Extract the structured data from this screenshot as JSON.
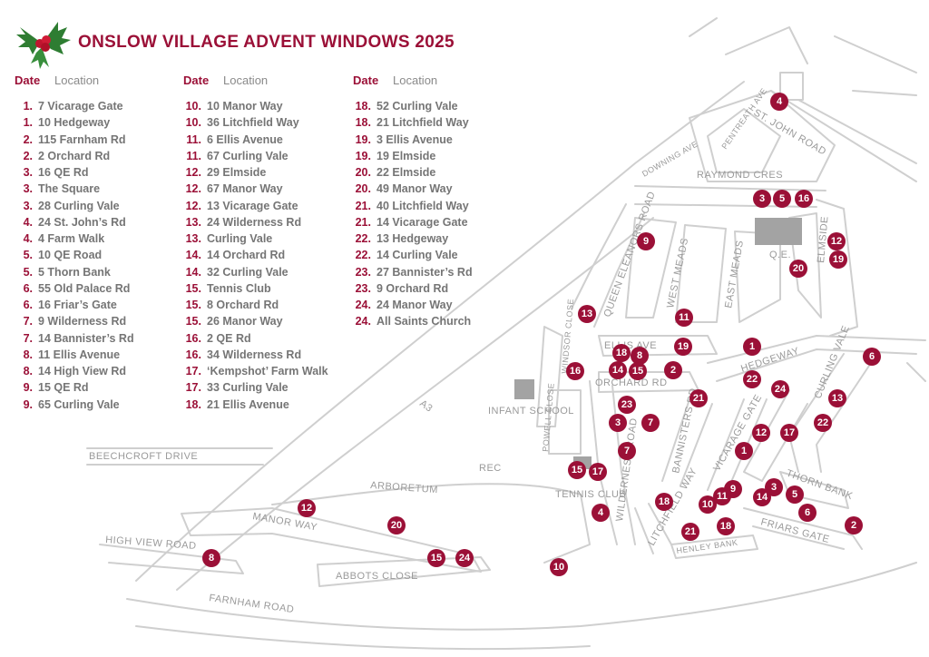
{
  "title": "ONSLOW VILLAGE ADVENT WINDOWS 2025",
  "colors": {
    "accent": "#9b1037",
    "road": "#cfcfcf",
    "text_grey": "#757575"
  },
  "icons": {
    "logo": "holly-icon"
  },
  "header": {
    "date": "Date",
    "location": "Location"
  },
  "columns": [
    [
      {
        "date": "1.",
        "location": "7 Vicarage Gate"
      },
      {
        "date": "1.",
        "location": "10 Hedgeway"
      },
      {
        "date": "2.",
        "location": "115 Farnham Rd"
      },
      {
        "date": "2.",
        "location": "2 Orchard Rd"
      },
      {
        "date": "3.",
        "location": "16 QE Rd"
      },
      {
        "date": "3.",
        "location": "The Square"
      },
      {
        "date": "3.",
        "location": "28 Curling Vale"
      },
      {
        "date": "4.",
        "location": "24 St. John’s Rd"
      },
      {
        "date": "4.",
        "location": "4 Farm Walk"
      },
      {
        "date": "5.",
        "location": "10 QE Road"
      },
      {
        "date": "5.",
        "location": "5 Thorn Bank"
      },
      {
        "date": "6.",
        "location": "55 Old Palace Rd"
      },
      {
        "date": "6.",
        "location": "16 Friar’s Gate"
      },
      {
        "date": "7.",
        "location": "9 Wilderness Rd"
      },
      {
        "date": "7.",
        "location": "14 Bannister’s Rd"
      },
      {
        "date": "8.",
        "location": "11 Ellis Avenue"
      },
      {
        "date": "8.",
        "location": "14 High View Rd"
      },
      {
        "date": "9.",
        "location": "15 QE Rd"
      },
      {
        "date": "9.",
        "location": "65 Curling Vale"
      }
    ],
    [
      {
        "date": "10.",
        "location": "10 Manor Way"
      },
      {
        "date": "10.",
        "location": "36 Litchfield Way"
      },
      {
        "date": "11.",
        "location": "6 Ellis Avenue"
      },
      {
        "date": "11.",
        "location": "67 Curling Vale"
      },
      {
        "date": "12.",
        "location": "29 Elmside"
      },
      {
        "date": "12.",
        "location": "67 Manor Way"
      },
      {
        "date": "12.",
        "location": "13 Vicarage Gate"
      },
      {
        "date": "13.",
        "location": "24 Wilderness Rd"
      },
      {
        "date": "13.",
        "location": "Curling Vale"
      },
      {
        "date": "14.",
        "location": "14 Orchard Rd"
      },
      {
        "date": "14.",
        "location": "32 Curling Vale"
      },
      {
        "date": "15.",
        "location": "Tennis Club"
      },
      {
        "date": "15.",
        "location": "8 Orchard Rd"
      },
      {
        "date": "15.",
        "location": "26 Manor Way"
      },
      {
        "date": "16.",
        "location": "2 QE Rd"
      },
      {
        "date": "16.",
        "location": "34 Wilderness Rd"
      },
      {
        "date": "17.",
        "location": "‘Kempshot’ Farm Walk"
      },
      {
        "date": "17.",
        "location": "33 Curling Vale"
      },
      {
        "date": "18.",
        "location": "21 Ellis Avenue"
      }
    ],
    [
      {
        "date": "18.",
        "location": "52 Curling Vale"
      },
      {
        "date": "18.",
        "location": "21 Litchfield Way"
      },
      {
        "date": "19.",
        "location": "3 Ellis Avenue"
      },
      {
        "date": "19.",
        "location": "19 Elmside"
      },
      {
        "date": "20.",
        "location": "22 Elmside"
      },
      {
        "date": "20.",
        "location": "49 Manor Way"
      },
      {
        "date": "21.",
        "location": "40 Litchfield Way"
      },
      {
        "date": "21.",
        "location": "14 Vicarage Gate"
      },
      {
        "date": "22.",
        "location": "13 Hedgeway"
      },
      {
        "date": "22.",
        "location": "14 Curling Vale"
      },
      {
        "date": "23.",
        "location": "27 Bannister’s Rd"
      },
      {
        "date": "23.",
        "location": "9 Orchard Rd"
      },
      {
        "date": "24.",
        "location": "24 Manor Way"
      },
      {
        "date": "24.",
        "location": "All Saints Church"
      }
    ]
  ],
  "streets": [
    "ST. JOHN ROAD",
    "PENTREATH AVE",
    "DOWNING AVE",
    "RAYMOND CRES",
    "QUEEN ELEANORS ROAD",
    "WEST MEADS",
    "EAST MEADS",
    "Q.E.",
    "ELMSIDE",
    "ELLIS AVE",
    "HEDGEWAY",
    "CURLING VALE",
    "ORCHARD RD",
    "WINDSOR CLOSE",
    "INFANT SCHOOL",
    "POWELL CLOSE",
    "WILDERNESS ROAD",
    "BANNISTERS RD",
    "VICARAGE GATE",
    "THORN BANK",
    "FRIARS GATE",
    "HENLEY BANK",
    "LITCHFIELD WAY",
    "TENNIS CLUB",
    "REC",
    "ARBORETUM",
    "BEECHCROFT DRIVE",
    "MANOR WAY",
    "HIGH VIEW ROAD",
    "ABBOTS CLOSE",
    "FARNHAM ROAD",
    "A3"
  ],
  "markers": [
    "4",
    "3",
    "5",
    "16",
    "9",
    "12",
    "19",
    "20",
    "13",
    "11",
    "18",
    "8",
    "14",
    "15",
    "19",
    "2",
    "16",
    "1",
    "22",
    "24",
    "6",
    "23",
    "13",
    "21",
    "3",
    "7",
    "12",
    "22",
    "17",
    "7",
    "1",
    "15",
    "17",
    "4",
    "18",
    "9",
    "11",
    "10",
    "3",
    "14",
    "5",
    "6",
    "2",
    "21",
    "18",
    "12",
    "20",
    "15",
    "24",
    "10",
    "8"
  ]
}
